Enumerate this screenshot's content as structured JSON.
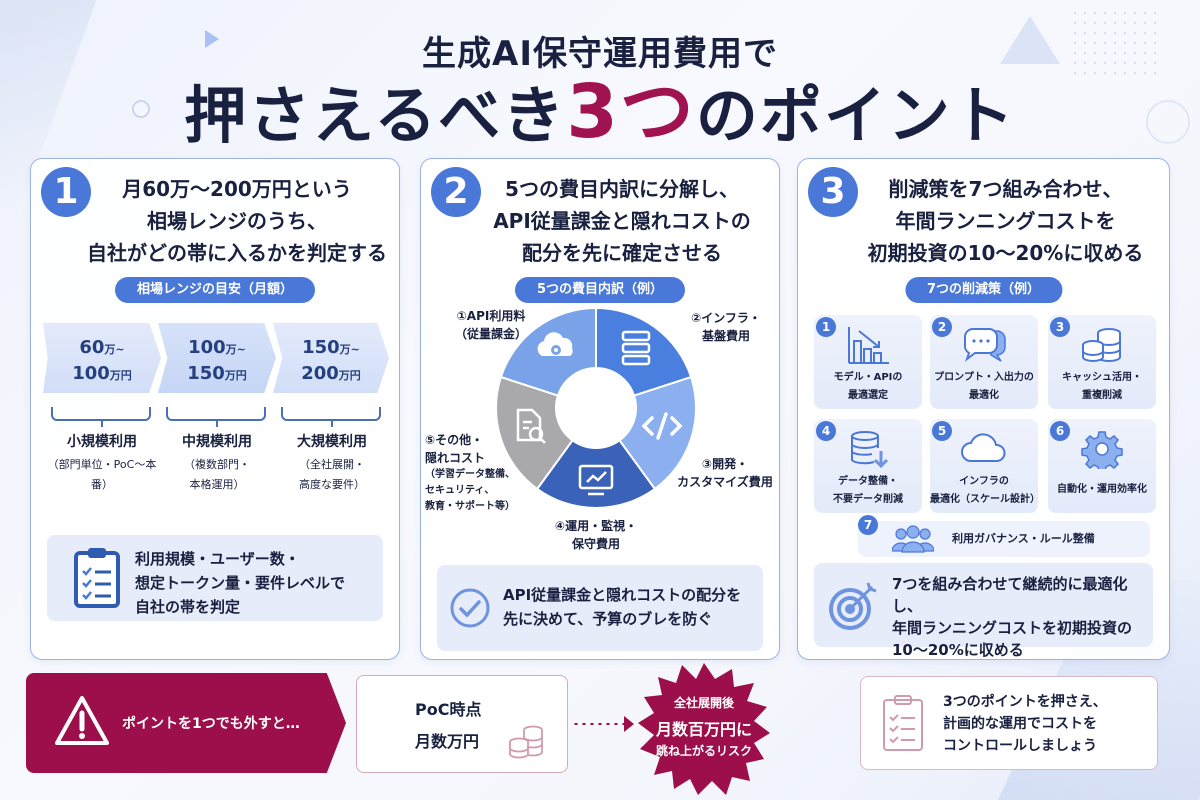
{
  "title": {
    "line1": "生成AI保守運用費用で",
    "line2_pre": "押さえるべき",
    "line2_accent": "3つ",
    "line2_post": "のポイント"
  },
  "colors": {
    "primary_blue": "#4a78d8",
    "accent_crimson": "#9c0f4a",
    "text_dark": "#1a2140"
  },
  "point1": {
    "number": "1",
    "title_lines": [
      "月60万～200万円という",
      "相場レンジのうち、",
      "自社がどの帯に入るかを判定する"
    ],
    "pill": "相場レンジの目安（月額）",
    "ranges": [
      {
        "from": "60",
        "from_unit": "万~",
        "to": "100",
        "to_unit": "万円",
        "tier": "小規模利用",
        "desc_lines": [
          "（部門単位・PoC～本番）"
        ]
      },
      {
        "from": "100",
        "from_unit": "万~",
        "to": "150",
        "to_unit": "万円",
        "tier": "中規模利用",
        "desc_lines": [
          "（複数部門・",
          "本格運用）"
        ]
      },
      {
        "from": "150",
        "from_unit": "万~",
        "to": "200",
        "to_unit": "万円",
        "tier": "大規模利用",
        "desc_lines": [
          "（全社展開・",
          "高度な要件）"
        ]
      }
    ],
    "info_icon": "clipboard-checklist-icon",
    "info_lines": [
      "利用規模・ユーザー数・",
      "想定トークン量・要件レベルで",
      "自社の帯を判定"
    ]
  },
  "point2": {
    "number": "2",
    "title_lines": [
      "5つの費目内訳に分解し、",
      "API従量課金と隠れコストの",
      "配分を先に確定させる"
    ],
    "pill": "5つの費目内訳（例）",
    "segments": [
      {
        "label_lines": [
          "①API利用料",
          "（従量課金）"
        ],
        "icon": "cloud-gear-icon",
        "color": "#7aa2e8"
      },
      {
        "label_lines": [
          "②インフラ・",
          "基盤費用"
        ],
        "icon": "server-icon",
        "color": "#4a7fe0"
      },
      {
        "label_lines": [
          "③開発・",
          "カスタマイズ費用"
        ],
        "icon": "code-icon",
        "color": "#8cb0ef"
      },
      {
        "label_lines": [
          "④運用・監視・",
          "保守費用"
        ],
        "icon": "monitor-chart-icon",
        "color": "#3a62b8"
      },
      {
        "label_lines": [
          "⑤その他・",
          "隠れコスト"
        ],
        "sub_lines": [
          "（学習データ整備、",
          "セキュリティ、",
          "教育・サポート等）"
        ],
        "icon": "document-search-icon",
        "color": "#a9a9ab"
      }
    ],
    "info_icon": "check-circle-icon",
    "info_lines": [
      "API従量課金と隠れコストの配分を",
      "先に決めて、予算のブレを防ぐ"
    ]
  },
  "point3": {
    "number": "3",
    "title_lines": [
      "削減策を7つ組み合わせ、",
      "年間ランニングコストを",
      "初期投資の10～20%に収める"
    ],
    "pill": "7つの削減策（例）",
    "measures": [
      {
        "n": "1",
        "icon": "bar-chart-down-icon",
        "lines": [
          "モデル・APIの",
          "最適選定"
        ]
      },
      {
        "n": "2",
        "icon": "chat-bubbles-icon",
        "lines": [
          "プロンプト・入出力の",
          "最適化"
        ]
      },
      {
        "n": "3",
        "icon": "coins-stack-icon",
        "lines": [
          "キャッシュ活用・",
          "重複削減"
        ]
      },
      {
        "n": "4",
        "icon": "database-download-icon",
        "lines": [
          "データ整備・",
          "不要データ削減"
        ]
      },
      {
        "n": "5",
        "icon": "cloud-icon",
        "lines": [
          "インフラの",
          "最適化（スケール設計）"
        ]
      },
      {
        "n": "6",
        "icon": "gear-icon",
        "lines": [
          "自動化・運用効率化"
        ]
      },
      {
        "n": "7",
        "icon": "users-group-icon",
        "lines": [
          "利用ガバナンス・ルール整備"
        ]
      }
    ],
    "info_icon": "target-arrow-icon",
    "info_lines": [
      "7つを組み合わせて継続的に最適化し、",
      "年間ランニングコストを初期投資の",
      "10～20%に収める"
    ]
  },
  "bottom": {
    "warning_icon": "warning-triangle-icon",
    "warning_text": "ポイントを1つでも外すと…",
    "poc_line1": "PoC時点",
    "poc_line2": "月数万円",
    "poc_icon": "coins-icon",
    "risk_line1": "全社展開後",
    "risk_line2": "月数百万円に",
    "risk_line3": "跳ね上がるリスク",
    "final_icon": "clipboard-checklist-icon",
    "final_lines": [
      "3つのポイントを押さえ、",
      "計画的な運用でコストを",
      "コントロールしましょう"
    ]
  }
}
